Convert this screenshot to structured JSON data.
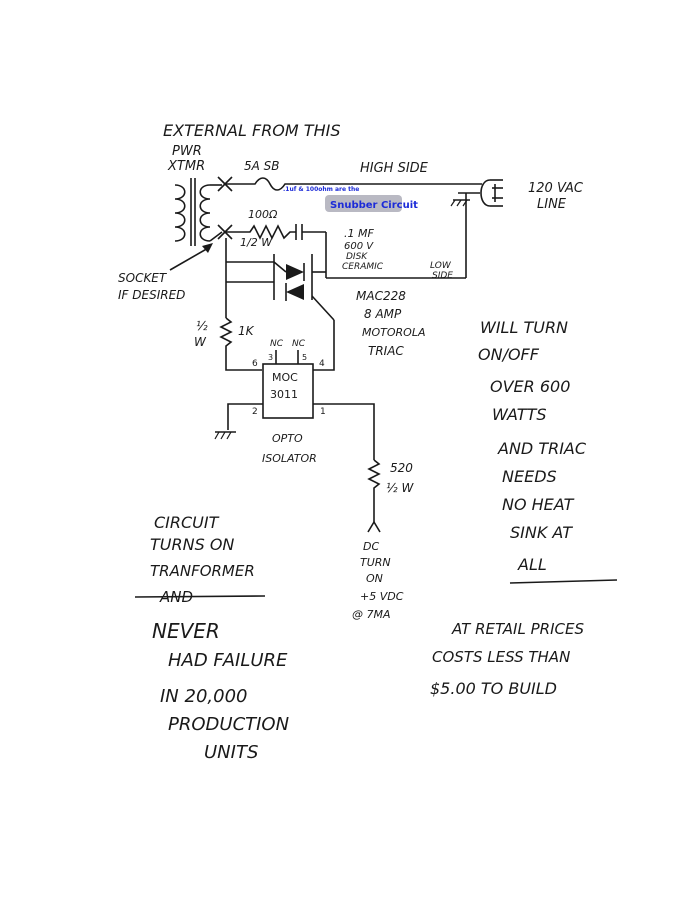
{
  "labels": {
    "external": "EXTERNAL FROM THIS",
    "pwr": "PWR",
    "xtmr": "XTMR",
    "fuse": "5A SB",
    "high_side": "HIGH SIDE",
    "line_voltage": "120 VAC",
    "line": "LINE",
    "resistor_snubber": "100Ω",
    "resistor_snubber_watt": "1/2 W",
    "cap_value": ".1 MF",
    "cap_voltage": "600 V",
    "cap_type1": "DISK",
    "cap_type2": "CERAMIC",
    "low_side_1": "LOW",
    "low_side_2": "SIDE",
    "socket_1": "SOCKET",
    "socket_2": "IF DESIRED",
    "triac_part": "MAC228",
    "triac_amp": "8 AMP",
    "triac_brand": "MOTOROLA",
    "triac_word": "TRIAC",
    "r1_watt_1": "½",
    "r1_watt_2": "W",
    "r1_value": "1K",
    "nc1": "NC",
    "nc2": "NC",
    "pin3": "3",
    "pin5": "5",
    "pin6": "6",
    "pin4": "4",
    "pin2": "2",
    "pin1": "1",
    "moc_1": "MOC",
    "moc_2": "3011",
    "opto_1": "OPTO",
    "opto_2": "ISOLATOR",
    "r2_value": "520",
    "r2_watt": "½ W",
    "dc_1": "DC",
    "dc_2": "TURN",
    "dc_3": "ON",
    "dc_4": "+5 VDC",
    "dc_5": "@ 7MA"
  },
  "snubber_note": {
    "small": ".1uf & 100ohm are the",
    "big": "Snubber Circuit"
  },
  "notes": {
    "right": [
      "WILL TURN",
      "ON/OFF",
      "OVER 600",
      "WATTS",
      "AND TRIAC",
      "NEEDS",
      "NO HEAT",
      "SINK AT",
      "ALL"
    ],
    "left": [
      "CIRCUIT",
      "TURNS ON",
      "TRANFORMER",
      "AND",
      "NEVER",
      "HAD FAILURE",
      "IN 20,000",
      "PRODUCTION",
      "UNITS"
    ],
    "cost": [
      "AT RETAIL PRICES",
      "COSTS LESS THAN",
      "$5.00 TO BUILD"
    ]
  },
  "colors": {
    "paper": "#ffffff",
    "ink": "#1a1a1a",
    "note_bg": "#b9b9c3",
    "note_text": "#1c2bd8"
  }
}
